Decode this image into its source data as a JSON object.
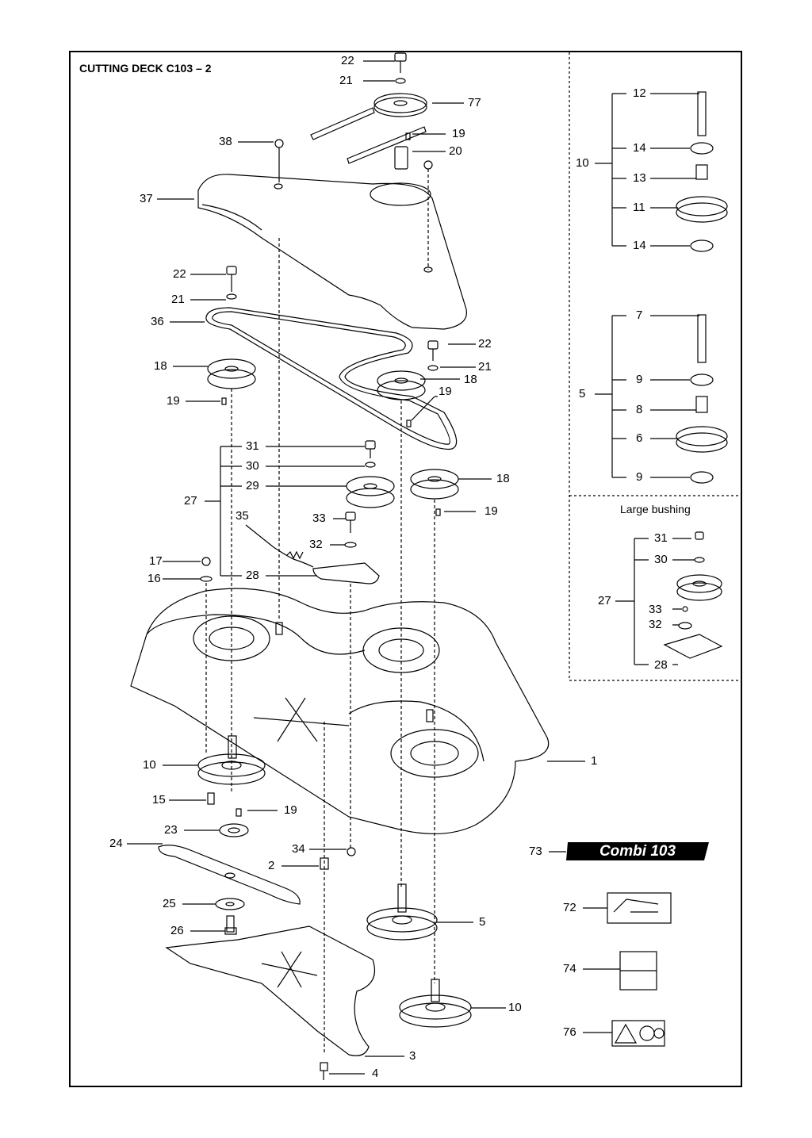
{
  "title": "CUTTING DECK C103 – 2",
  "large_bushing_label": "Large bushing",
  "badge_text": "Combi 103",
  "colors": {
    "line": "#000000",
    "background": "#ffffff",
    "badge": "#000000"
  },
  "callouts": {
    "c22a": "22",
    "c21a": "21",
    "c77": "77",
    "c19a": "19",
    "c20": "20",
    "c38": "38",
    "c37": "37",
    "c22b": "22",
    "c21b": "21",
    "c36": "36",
    "c22c": "22",
    "c21c": "21",
    "c18a": "18",
    "c18b": "18",
    "c19b": "19",
    "c19c": "19",
    "c31": "31",
    "c30": "30",
    "c29": "29",
    "c27": "27",
    "c18c": "18",
    "c35": "35",
    "c33": "33",
    "c19d": "19",
    "c32": "32",
    "c17": "17",
    "c16": "16",
    "c28": "28",
    "c10a": "10",
    "c1": "1",
    "c15": "15",
    "c19e": "19",
    "c23": "23",
    "c24": "24",
    "c34": "34",
    "c2": "2",
    "c73": "73",
    "c25": "25",
    "c72": "72",
    "c26": "26",
    "c5a": "5",
    "c74": "74",
    "c10b": "10",
    "c76": "76",
    "c3": "3",
    "c4": "4",
    "r12": "12",
    "r10": "10",
    "r14a": "14",
    "r13": "13",
    "r11": "11",
    "r14b": "14",
    "r7": "7",
    "r5": "5",
    "r9a": "9",
    "r8": "8",
    "r6": "6",
    "r9b": "9",
    "r31": "31",
    "r30": "30",
    "r27": "27",
    "r33": "33",
    "r32": "32",
    "r28": "28"
  }
}
